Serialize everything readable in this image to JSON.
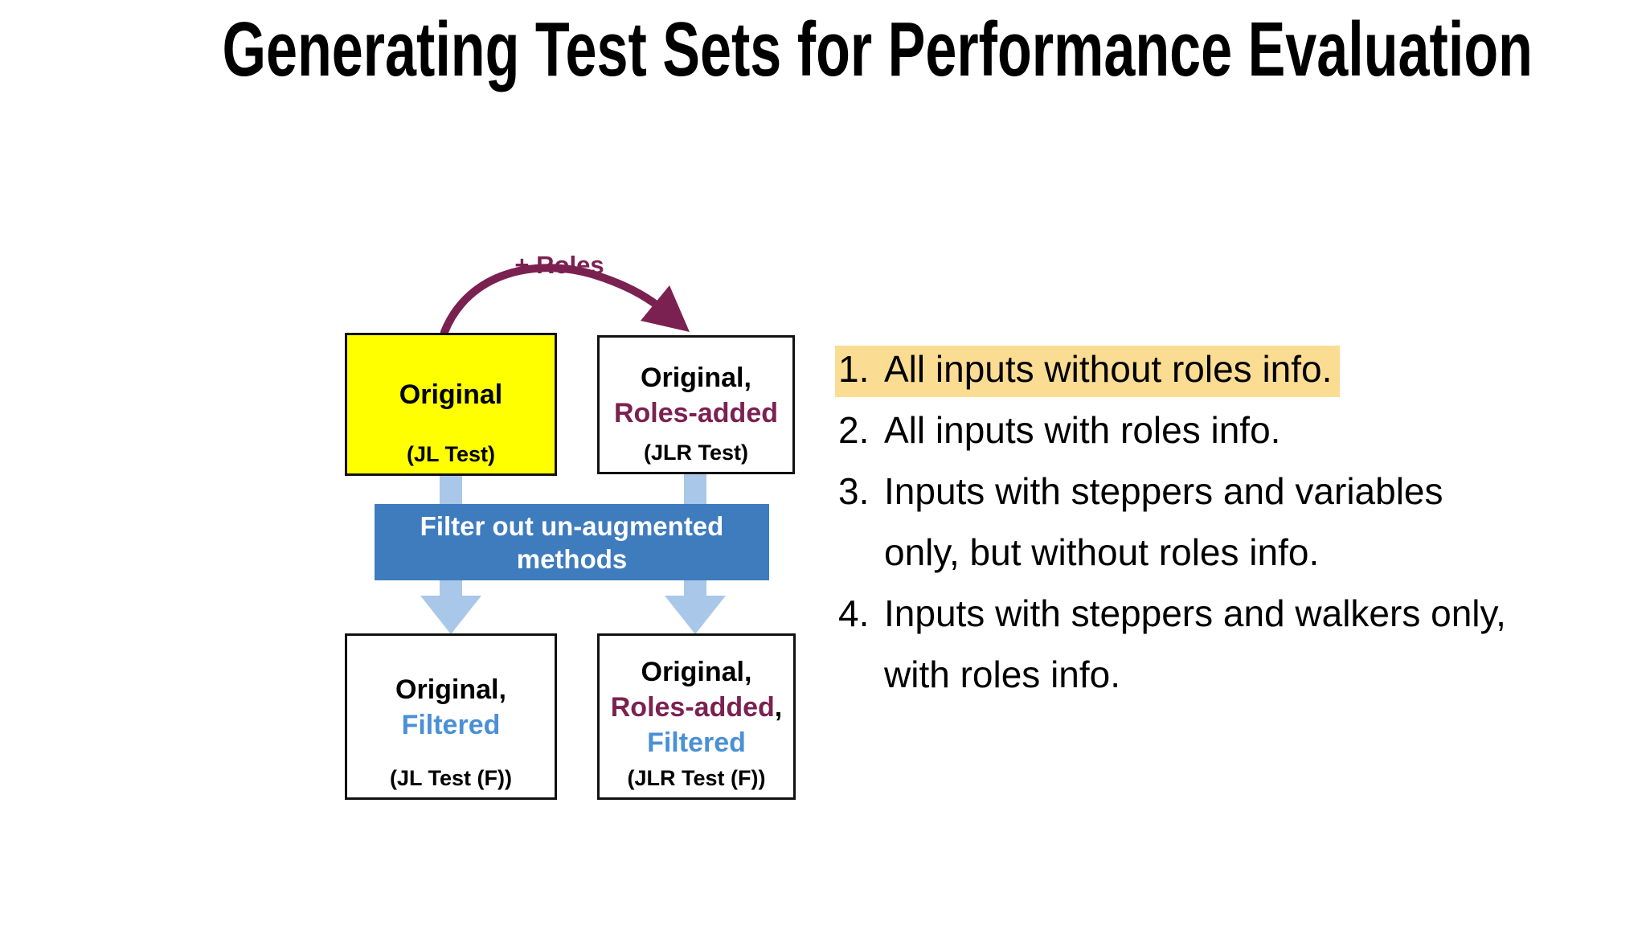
{
  "slide": {
    "title": "Generating Test Sets for Performance Evaluation"
  },
  "colors": {
    "box_yellow": "#FFFF00",
    "accent_maroon": "#7B2151",
    "filter_bar_blue": "#3E7CBE",
    "flow_arrow_light_blue": "#A9C7E9",
    "filtered_text_blue": "#4A90D5",
    "list_highlight": "#FADC92",
    "box_border": "#111111",
    "text_black": "#000000"
  },
  "diagram": {
    "roles_arrow_label": "+ Roles",
    "icons": {
      "curved_arrow": "roles-curved-arrow-icon",
      "down_arrow_left": "down-arrow-left-icon",
      "down_arrow_right": "down-arrow-right-icon"
    },
    "boxes": {
      "top_left": {
        "title": "Original",
        "sub": "(JL Test)"
      },
      "top_right": {
        "title_line1": "Original,",
        "title_line2": "Roles-added",
        "sub": "(JLR Test)"
      },
      "bottom_left": {
        "title_line1": "Original,",
        "title_line2": "Filtered",
        "sub": "(JL Test (F))"
      },
      "bottom_right": {
        "title_line1": "Original,",
        "title_line2": "Roles-added",
        "title_line2_suffix": ",",
        "title_line3": "Filtered",
        "sub": "(JLR Test (F))"
      }
    },
    "filter_bar": {
      "line1": "Filter out un-augmented",
      "line2": "methods"
    }
  },
  "list": {
    "lines": [
      {
        "num": "1.",
        "text": "All inputs without roles info.",
        "highlighted": true
      },
      {
        "num": "2.",
        "text": "All inputs with roles info.",
        "highlighted": false
      },
      {
        "num": "3.",
        "text": "Inputs with steppers and variables",
        "highlighted": false
      },
      {
        "num": "",
        "text": "only, but without roles info.",
        "highlighted": false
      },
      {
        "num": "4.",
        "text": "Inputs with steppers and walkers only,",
        "highlighted": false
      },
      {
        "num": "",
        "text": "with roles info.",
        "highlighted": false
      }
    ]
  }
}
